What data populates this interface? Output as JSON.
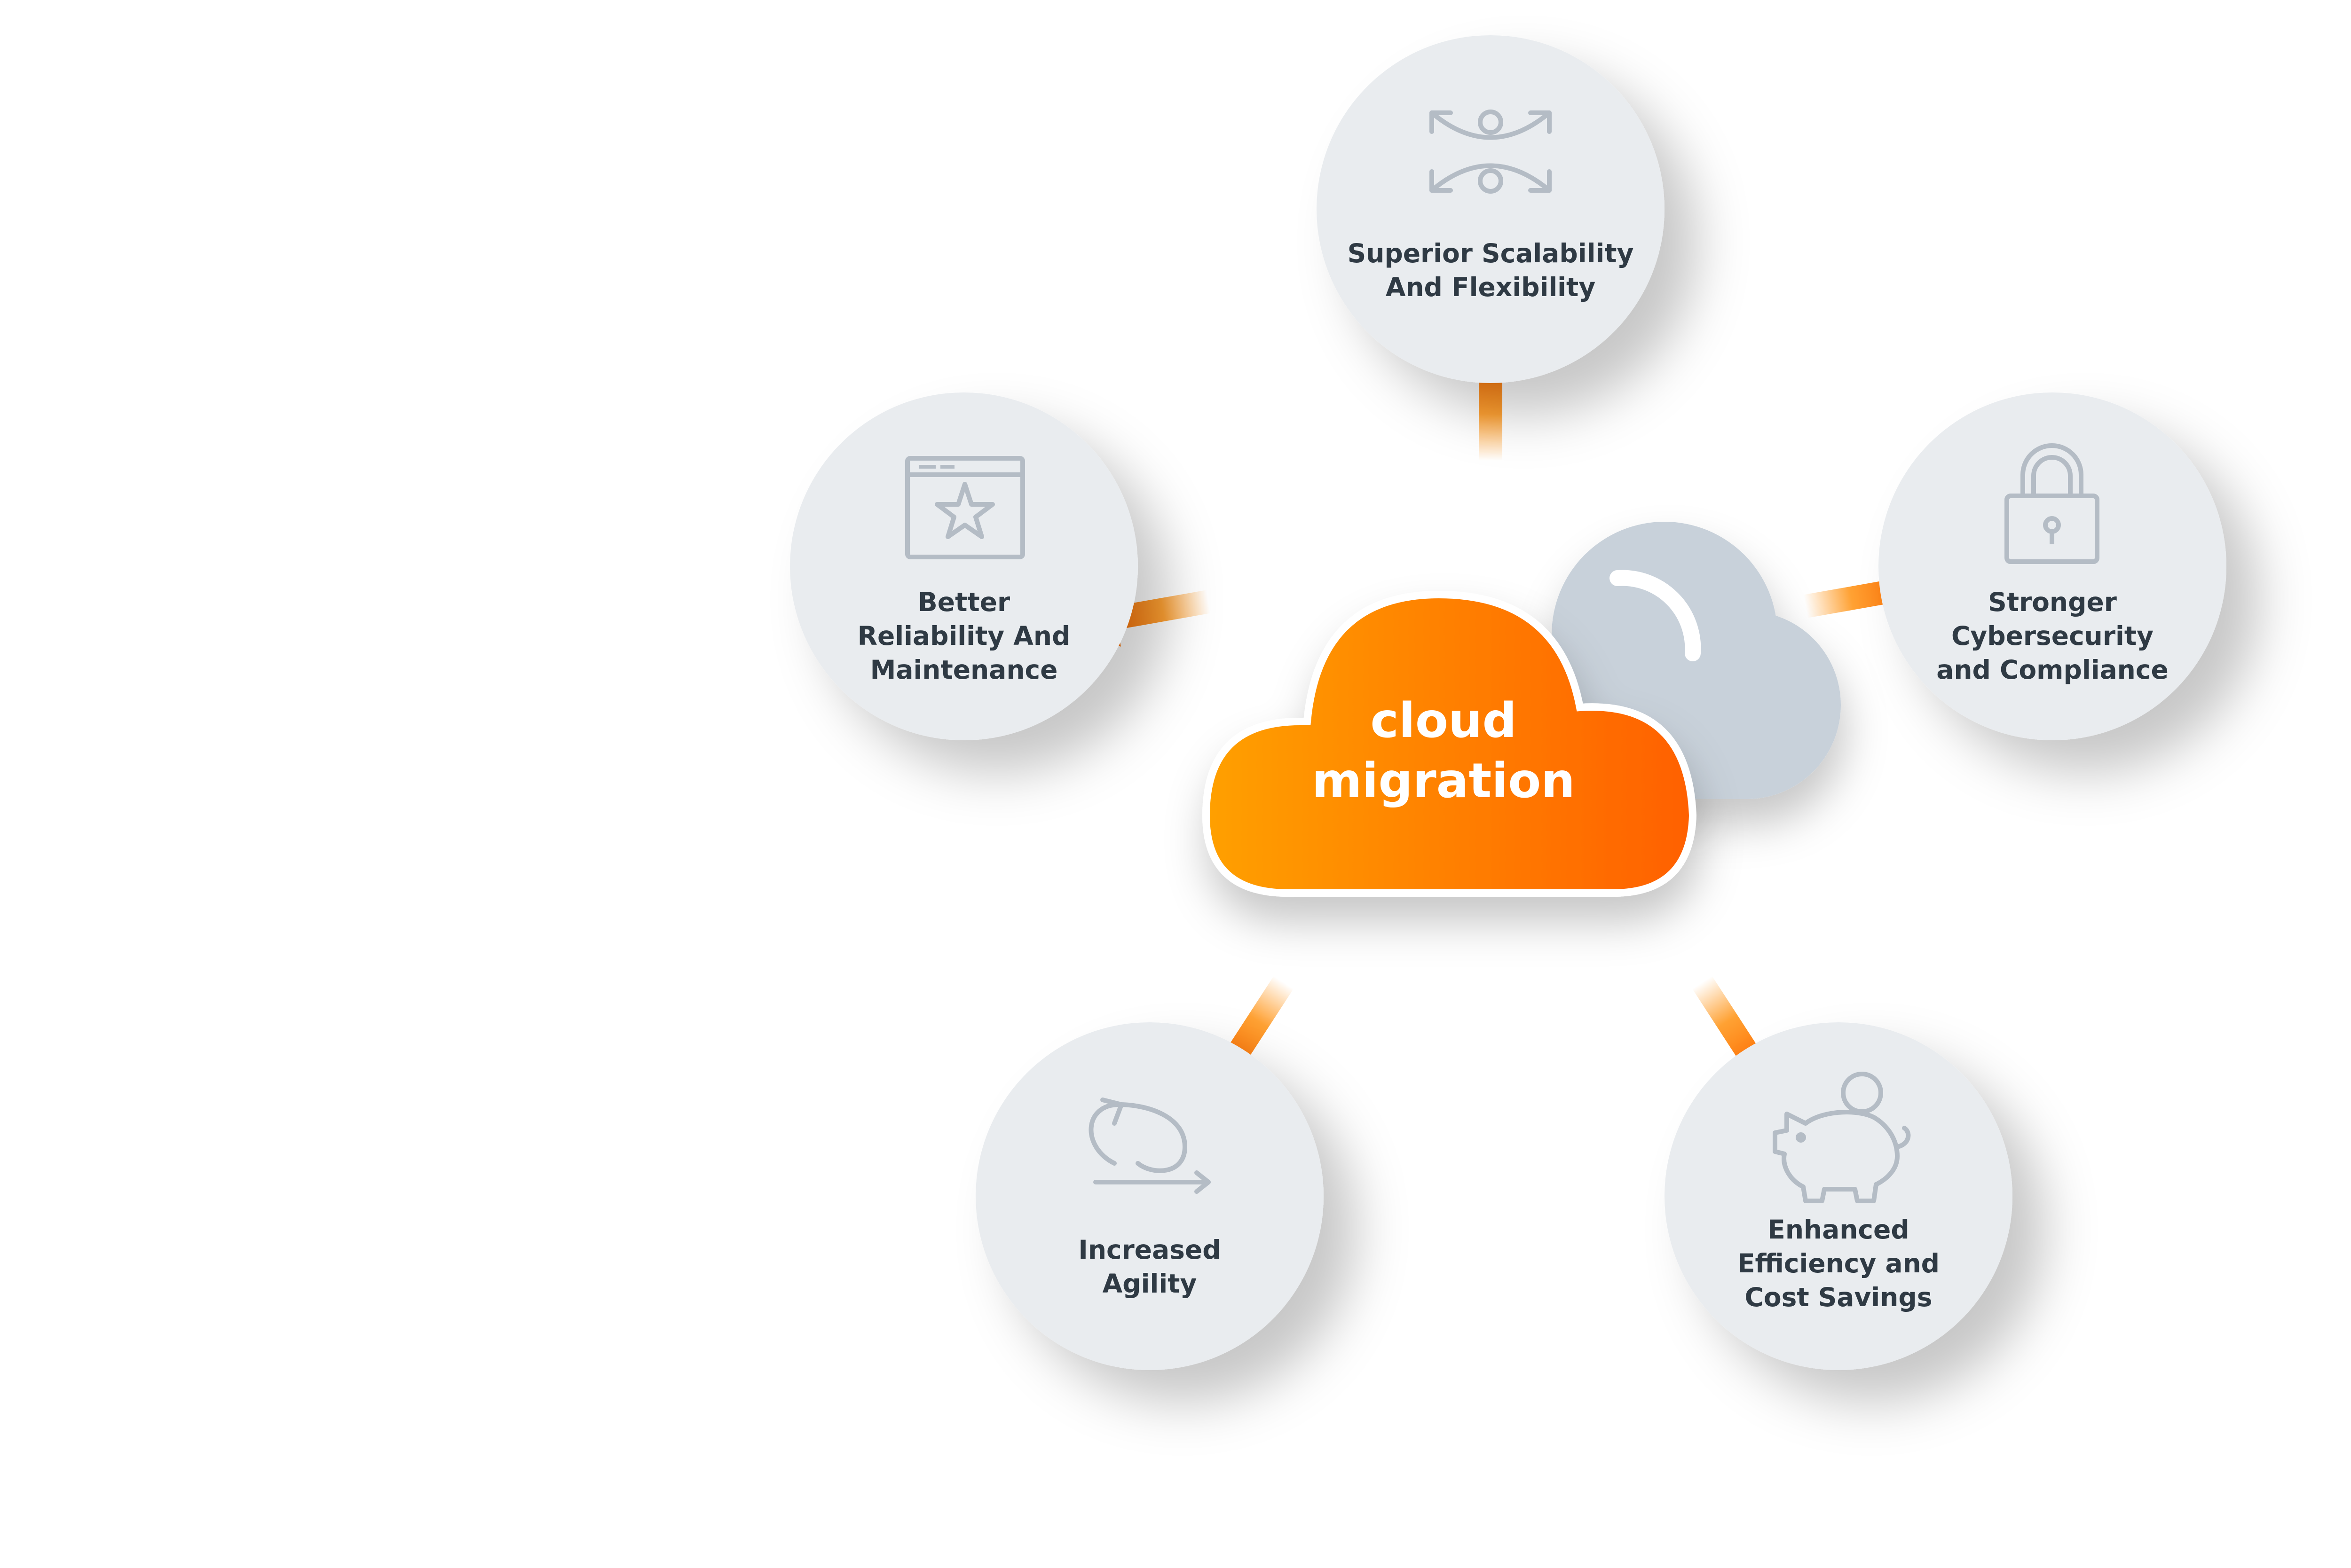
{
  "center": {
    "line1": "cloud",
    "line2": "migration"
  },
  "benefits": {
    "top": {
      "lines": [
        "Superior Scalability",
        "And Flexibility"
      ],
      "icon": "scalability-arrows-icon"
    },
    "left": {
      "lines": [
        "Better",
        "Reliability And",
        "Maintenance"
      ],
      "icon": "star-window-icon"
    },
    "right": {
      "lines": [
        "Stronger",
        "Cybersecurity",
        "and Compliance"
      ],
      "icon": "padlock-icon"
    },
    "bottom_left": {
      "lines": [
        "Increased",
        "Agility"
      ],
      "icon": "agility-loop-icon"
    },
    "bottom_right": {
      "lines": [
        "Enhanced",
        "Efficiency and",
        "Cost Savings"
      ],
      "icon": "piggy-bank-icon"
    }
  },
  "colors": {
    "orange_start": "#ffa000",
    "orange_end": "#ff6000",
    "circle_fill": "#e9ecef",
    "grey_cloud": "#c8d1da",
    "icon_stroke": "#b4bcc5",
    "label_text": "#2f3a44"
  }
}
